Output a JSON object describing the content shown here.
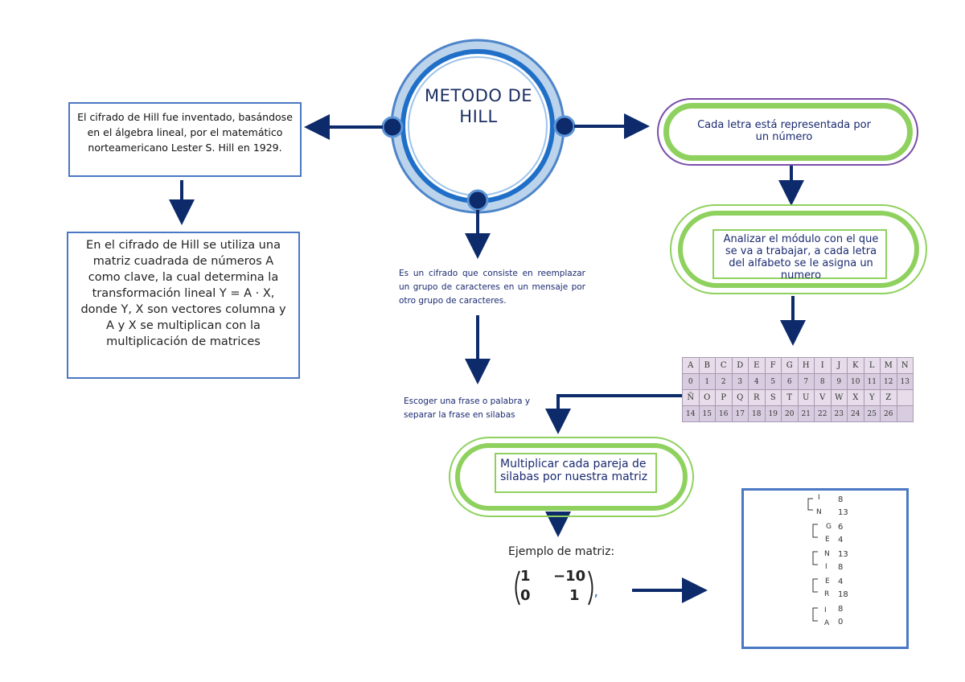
{
  "center": {
    "title": "METODO DE HILL"
  },
  "left_top": {
    "text": "El cifrado de Hill fue inventado, basándose en el álgebra lineal, por el matemático norteamericano Lester S. Hill en 1929."
  },
  "left_bottom": {
    "text": "En el cifrado de Hill se utiliza una matriz cuadrada de números A como clave, la cual determina la transformación lineal Y = A · X, donde Y, X son vectores columna y A y X se multiplican con la multiplicación de matrices"
  },
  "middle": {
    "description": "Es un cifrado que consiste en reemplazar un grupo de caracteres en un mensaje por otro grupo de caracteres.",
    "step_phrase": "Escoger una frase o palabra y separar la frase en silabas",
    "multiply": "Multiplicar cada pareja de silabas por nuestra matriz",
    "example_label": "Ejemplo de matriz:"
  },
  "right": {
    "step1": "Cada letra está representada por un número",
    "step2": "Analizar el módulo con el que se va a trabajar, a cada letra del alfabeto se le asigna un numero"
  },
  "alphabet": {
    "row1": [
      "A",
      "B",
      "C",
      "D",
      "E",
      "F",
      "G",
      "H",
      "I",
      "J",
      "K",
      "L",
      "M",
      "N"
    ],
    "row2": [
      "0",
      "1",
      "2",
      "3",
      "4",
      "5",
      "6",
      "7",
      "8",
      "9",
      "10",
      "11",
      "12",
      "13"
    ],
    "row3": [
      "Ñ",
      "O",
      "P",
      "Q",
      "R",
      "S",
      "T",
      "U",
      "V",
      "W",
      "X",
      "Y",
      "Z",
      ""
    ],
    "row4": [
      "14",
      "15",
      "16",
      "17",
      "18",
      "19",
      "20",
      "21",
      "22",
      "23",
      "24",
      "25",
      "26",
      ""
    ]
  },
  "matrix": {
    "a": "1",
    "b": "−10",
    "c": "0",
    "d": "1",
    "trail": ","
  },
  "result": {
    "letters": [
      "I",
      "N",
      "G",
      "E",
      "N",
      "I",
      "E",
      "R",
      "I",
      "A"
    ],
    "numbers": [
      "8",
      "13",
      "6",
      "4",
      "13",
      "8",
      "4",
      "18",
      "8",
      "0"
    ]
  },
  "colors": {
    "navy": "#0d2a6b",
    "green": "#8fd15e",
    "blue_border": "#4a78c4",
    "purple": "#7a4fa8"
  }
}
